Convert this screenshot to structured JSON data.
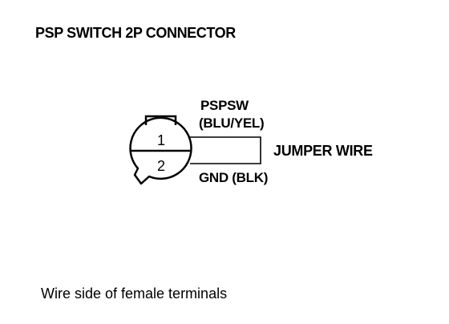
{
  "title": "PSP SWITCH 2P CONNECTOR",
  "connector": {
    "pin_1": "1",
    "pin_2": "2"
  },
  "labels": {
    "terminal_1_name": "PSPSW",
    "terminal_1_color": "(BLU/YEL)",
    "jumper": "JUMPER WIRE",
    "terminal_2": "GND (BLK)"
  },
  "caption": "Wire side of female terminals",
  "colors": {
    "line": "#000000",
    "background": "#ffffff"
  }
}
